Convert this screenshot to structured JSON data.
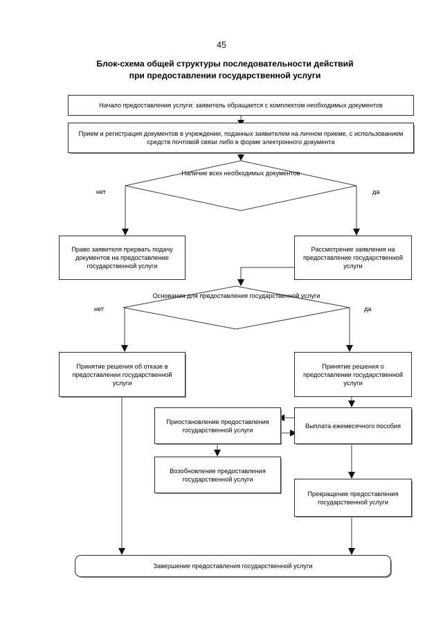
{
  "document": {
    "page_number": "45",
    "title_line1": "Блок-схема общей структуры последовательности действий",
    "title_line2": "при предоставлении государственной услуги"
  },
  "colors": {
    "page_background": "#ffffff",
    "node_border": "#2b2b2b",
    "edge": "#3a3a3a",
    "text": "#000000",
    "shadow": "#8d8d8d"
  },
  "chart_data": {
    "type": "diagram",
    "diagram_kind": "flowchart",
    "title": "Блок-схема общей структуры последовательности действий при предоставлении государственной услуги",
    "nodes": [
      {
        "id": "start",
        "shape": "rectangle",
        "text": "Начало предоставления услуги: заявитель обращается с комплектом необходимых документов"
      },
      {
        "id": "registration",
        "shape": "rectangle",
        "text": "Прием и регистрация документов в учреждении, поданных заявителем на личном приеме, с использованием средств почтовой связи либо в форме электронного документа"
      },
      {
        "id": "decision-documents",
        "shape": "diamond",
        "text": "Наличие всех необходимых документов"
      },
      {
        "id": "right-to-interrupt",
        "shape": "rectangle",
        "text": "Право заявителя прервать подачу документов на предоставление государственной услуги"
      },
      {
        "id": "review-application",
        "shape": "rectangle",
        "text": "Рассмотрение заявления на предоставление государственной услуги"
      },
      {
        "id": "decision-grounds",
        "shape": "diamond",
        "text": "Основания для предоставления государственной услуги"
      },
      {
        "id": "refusal-decision",
        "shape": "rectangle",
        "text": "Принятие решения об отказе в предоставлении государственной услуги"
      },
      {
        "id": "grant-decision",
        "shape": "rectangle",
        "text": "Принятие решения о предоставлении государственной услуги"
      },
      {
        "id": "suspension",
        "shape": "rectangle",
        "text": "Приостановление предоставления государственной услуги"
      },
      {
        "id": "monthly-payment",
        "shape": "rectangle",
        "text": "Выплата ежемесячного пособия"
      },
      {
        "id": "resumption",
        "shape": "rectangle",
        "text": "Возобновление предоставления государственной услуги"
      },
      {
        "id": "termination",
        "shape": "rectangle",
        "text": "Прекращение предоставления государственной услуги"
      },
      {
        "id": "finish",
        "shape": "rounded-rectangle",
        "text": "Завершение предоставления государственной услуги"
      }
    ],
    "branch_labels": [
      {
        "id": "doc-no",
        "text": "нет"
      },
      {
        "id": "doc-yes",
        "text": "да"
      },
      {
        "id": "grounds-no",
        "text": "нет"
      },
      {
        "id": "grounds-yes",
        "text": "да"
      }
    ],
    "edges": [
      {
        "from": "start",
        "to": "registration",
        "label": ""
      },
      {
        "from": "registration",
        "to": "decision-documents",
        "label": ""
      },
      {
        "from": "decision-documents",
        "to": "right-to-interrupt",
        "label": "нет"
      },
      {
        "from": "decision-documents",
        "to": "review-application",
        "label": "да"
      },
      {
        "from": "review-application",
        "to": "decision-grounds",
        "label": ""
      },
      {
        "from": "decision-grounds",
        "to": "refusal-decision",
        "label": "нет"
      },
      {
        "from": "decision-grounds",
        "to": "grant-decision",
        "label": "да"
      },
      {
        "from": "grant-decision",
        "to": "monthly-payment",
        "label": ""
      },
      {
        "from": "monthly-payment",
        "to": "suspension",
        "label": ""
      },
      {
        "from": "suspension",
        "to": "monthly-payment",
        "label": ""
      },
      {
        "from": "suspension",
        "to": "resumption",
        "label": ""
      },
      {
        "from": "monthly-payment",
        "to": "termination",
        "label": ""
      },
      {
        "from": "refusal-decision",
        "to": "finish",
        "label": ""
      },
      {
        "from": "termination",
        "to": "finish",
        "label": ""
      }
    ]
  }
}
